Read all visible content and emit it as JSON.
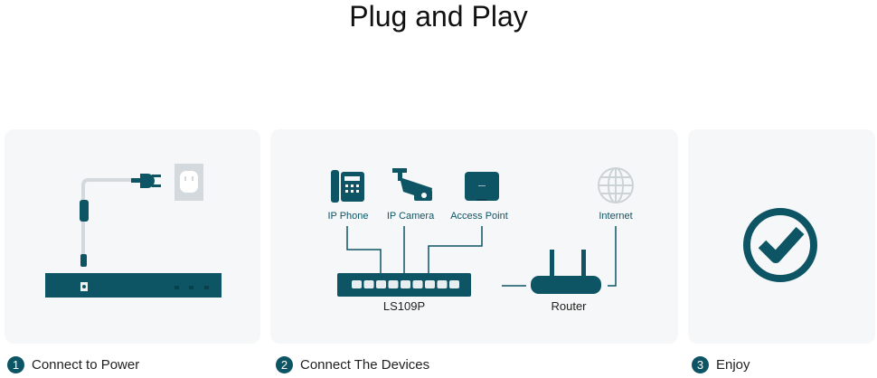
{
  "title": "Plug and Play",
  "steps": [
    {
      "number": "1",
      "label": "Connect to Power"
    },
    {
      "number": "2",
      "label": "Connect The Devices"
    },
    {
      "number": "3",
      "label": "Enjoy"
    }
  ],
  "devices": {
    "ip_phone": "IP Phone",
    "ip_camera": "IP Camera",
    "access_point": "Access Point",
    "internet": "Internet",
    "switch": "LS109P",
    "router": "Router"
  },
  "colors": {
    "teal": "#0d5565",
    "panel": "#f6f7f8"
  }
}
